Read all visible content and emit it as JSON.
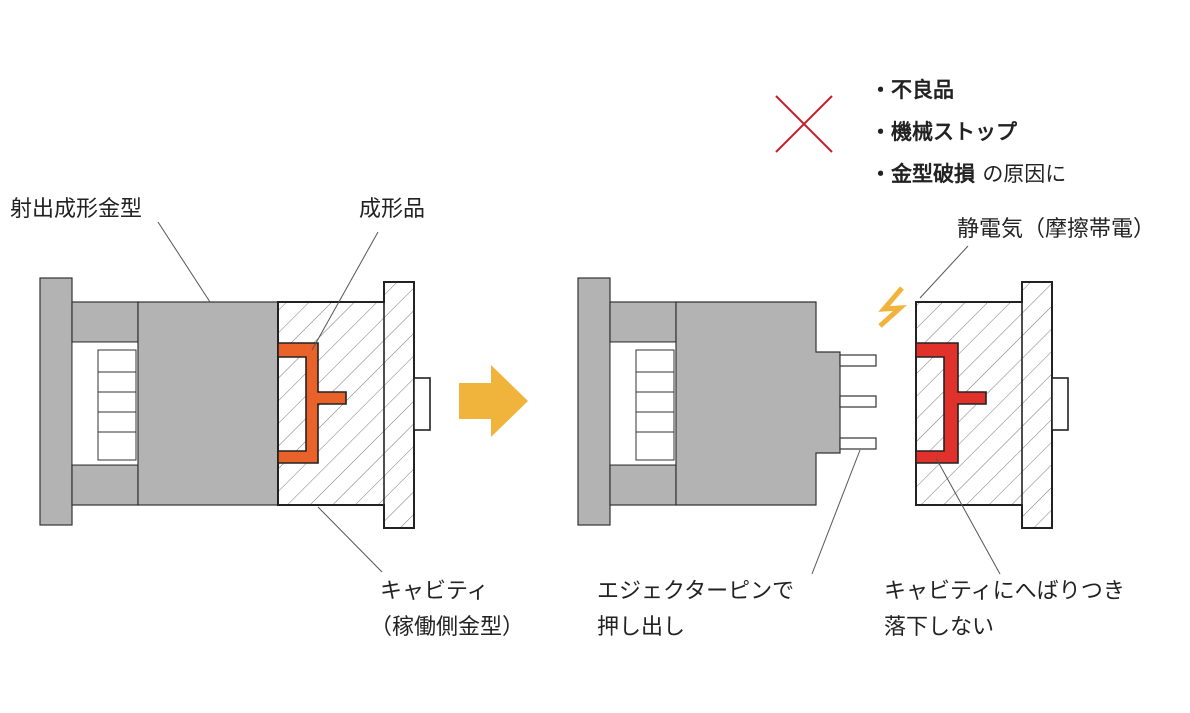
{
  "labels": {
    "mold": "射出成形金型",
    "molded_part": "成形品",
    "cavity_line1": "キャビティ",
    "cavity_line2": "（稼働側金型）",
    "ejector_line1": "エジェクターピンで",
    "ejector_line2": "押し出し",
    "static": "静電気（摩擦帯電）",
    "stick_line1": "キャビティにへばりつき",
    "stick_line2": "落下しない"
  },
  "bullets": [
    {
      "text": "・不良品"
    },
    {
      "text": "・機械ストップ"
    },
    {
      "text": "・金型破損",
      "suffix": "の原因に"
    }
  ],
  "colors": {
    "gray": "#b3b3b3",
    "part_left": "#e8622a",
    "part_right": "#e0322b",
    "arrow": "#f0b43c",
    "cross": "#c8202a",
    "spark": "#f0b43c"
  }
}
